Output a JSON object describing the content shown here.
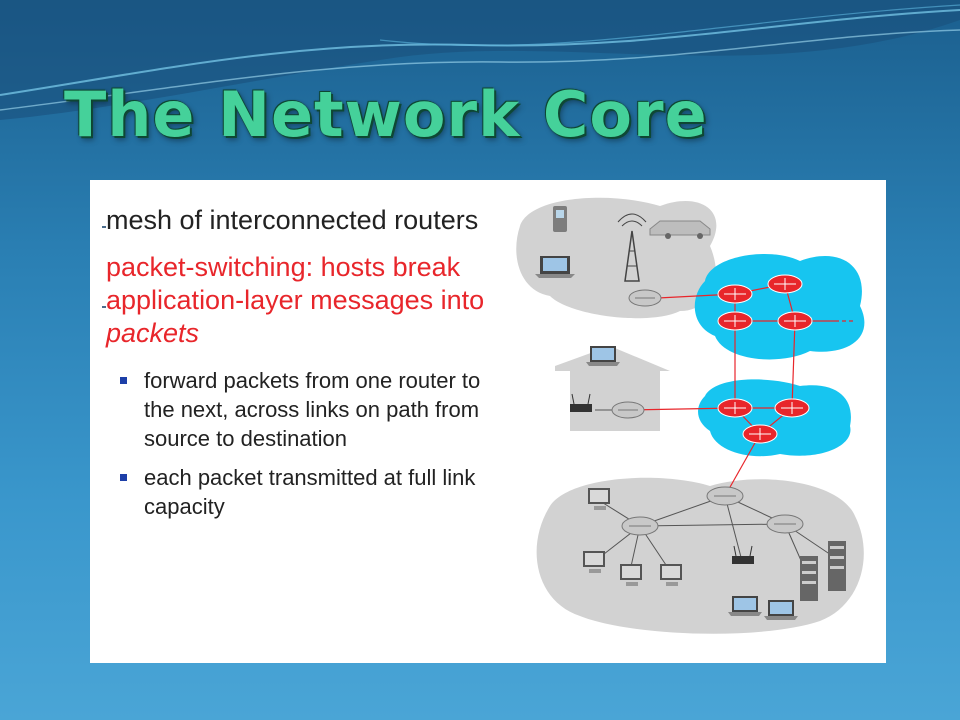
{
  "slide": {
    "title": "The Network Core",
    "bullets": [
      {
        "text": "mesh of interconnected routers"
      },
      {
        "text_before_em": "packet-switching: hosts break application-layer messages into ",
        "em_text": "packets"
      }
    ],
    "sub_bullets": [
      "forward packets from one router to the next, across links on path from source to destination",
      "each packet transmitted at full link capacity"
    ]
  },
  "colors": {
    "title": "#45d19a",
    "bullet_main": "#222222",
    "bullet_highlight": "#e8262b",
    "sub_marker": "#1d3fa8",
    "core_network": "#17c5f0",
    "edge_network": "#cfcfcf",
    "router_core": "#e8262b",
    "router_edge": "#bfbfbf"
  },
  "diagram": {
    "icons": [
      "wireless-phone-icon",
      "car-icon",
      "laptop-icon",
      "cell-tower-icon",
      "router-icon",
      "home-icon",
      "wireless-access-point-icon",
      "desktop-computer-icon",
      "server-rack-icon"
    ]
  }
}
